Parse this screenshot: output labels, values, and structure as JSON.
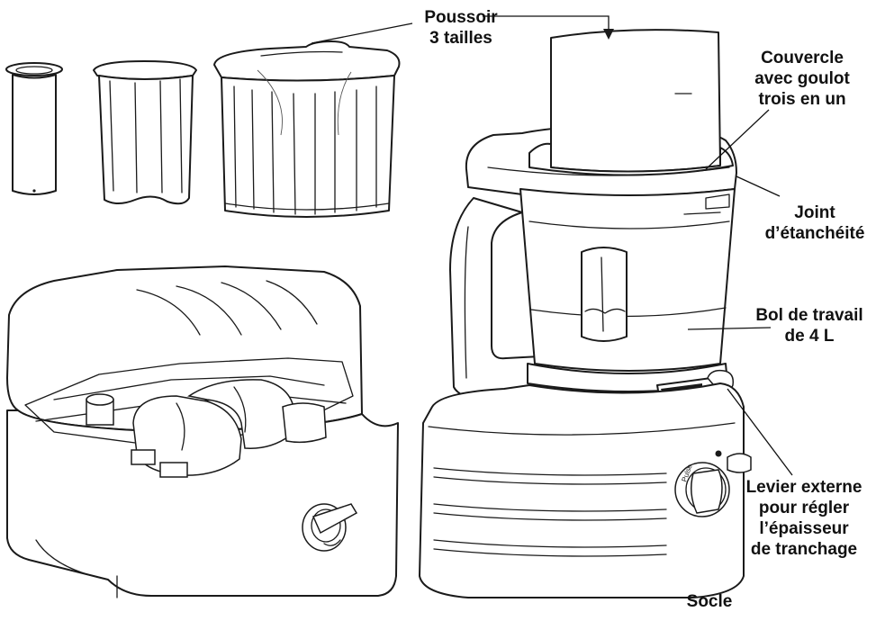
{
  "labels": {
    "pusher": [
      "Poussoir",
      "3 tailles"
    ],
    "lid": [
      "Couvercle",
      "avec goulot",
      "trois en un"
    ],
    "seal": [
      "Joint",
      "d’étanchéité"
    ],
    "bowl": [
      "Bol de travail",
      "de 4 L"
    ],
    "lever": [
      "Levier externe",
      "pour régler",
      "l’épaisseur",
      "de tranchage"
    ],
    "base": [
      "Socle"
    ]
  },
  "dial_text": "Pulse",
  "colors": {
    "line": "#1a1a1a",
    "background": "#ffffff"
  }
}
